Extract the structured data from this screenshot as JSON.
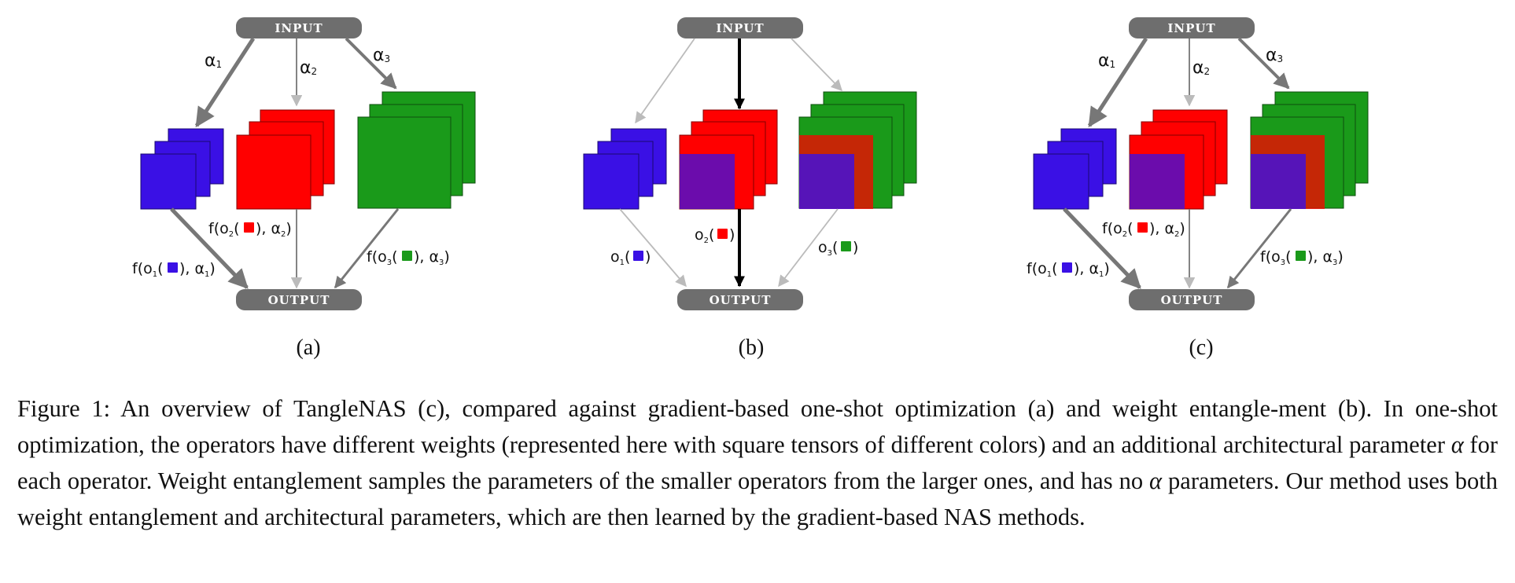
{
  "figure": {
    "node_input": "INPUT",
    "node_output": "OUTPUT",
    "panels": [
      {
        "id": "a",
        "sublabel": "(a)",
        "alpha_top": [
          "α",
          "α",
          "α"
        ],
        "alpha_sub": [
          "1",
          "2",
          "3"
        ],
        "edge_labels": [
          {
            "pre": "f(o",
            "sub": "1",
            "post": ", α",
            "post_sub": "1",
            "close": ")"
          },
          {
            "pre": "f(o",
            "sub": "2",
            "post": ", α",
            "post_sub": "2",
            "close": ")"
          },
          {
            "pre": "f(o",
            "sub": "3",
            "post": ", α",
            "post_sub": "3",
            "close": ")"
          }
        ]
      },
      {
        "id": "b",
        "sublabel": "(b)",
        "edge_labels": [
          {
            "pre": "o",
            "sub": "1",
            "close": ")"
          },
          {
            "pre": "o",
            "sub": "2",
            "close": ")"
          },
          {
            "pre": "o",
            "sub": "3",
            "close": ")"
          }
        ]
      },
      {
        "id": "c",
        "sublabel": "(c)",
        "alpha_top": [
          "α",
          "α",
          "α"
        ],
        "alpha_sub": [
          "1",
          "2",
          "3"
        ],
        "edge_labels": [
          {
            "pre": "f(o",
            "sub": "1",
            "post": ", α",
            "post_sub": "1",
            "close": ")"
          },
          {
            "pre": "f(o",
            "sub": "2",
            "post": ", α",
            "post_sub": "2",
            "close": ")"
          },
          {
            "pre": "f(o",
            "sub": "3",
            "post": ", α",
            "post_sub": "3",
            "close": ")"
          }
        ]
      }
    ],
    "colors": {
      "node": "#6e6e6e",
      "blue": "#3a10e5",
      "red": "#ff0000",
      "green": "#1a9a1a",
      "edge": "#777777",
      "edge_light": "#bbbbbb",
      "edge_bold": "#000000"
    }
  },
  "caption": {
    "t1": "Figure 1: An overview of TangleNAS (c), compared against gradient-based one-shot optimization (a) and weight entangle-ment (b). In one-shot optimization, the operators have different weights (represented here with square tensors of different colors) and an additional architectural parameter ",
    "alpha1": "α",
    "t2": " for each operator. Weight entanglement samples the parameters of the smaller operators from the larger ones, and has no ",
    "alpha2": "α",
    "t3": " parameters. Our method uses both weight entanglement and architectural parameters, which are then learned by the gradient-based NAS methods."
  }
}
